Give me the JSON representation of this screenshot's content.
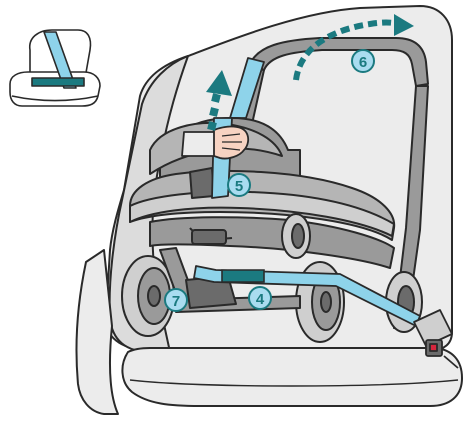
{
  "steps": {
    "step_4": "4",
    "step_5": "5",
    "step_6": "6",
    "step_7": "7"
  },
  "colors": {
    "outline": "#2a2a2a",
    "seat": "#ececec",
    "seat_shadow": "#dcdcdc",
    "frame": "#9a9a9a",
    "frame_dark": "#6b6b6b",
    "carrier": "#b5b5b5",
    "carrier_light": "#cfcfcf",
    "belt": "#8ed3ea",
    "belt_dark": "#1b7a80",
    "arrow": "#1b7a80",
    "badge_fill": "#a9dcf0",
    "badge_stroke": "#1b7a80",
    "skin": "#f7d3c2",
    "buckle_red": "#d7263d"
  },
  "icons": {
    "inset": "vehicle-seat-lap-belt-icon",
    "hand": "hand-pulling-belt-icon",
    "arrow_up": "dashed-arrow-up-icon",
    "arrow_arc": "dashed-arc-arrow-icon",
    "buckle": "seat-belt-buckle-icon"
  }
}
